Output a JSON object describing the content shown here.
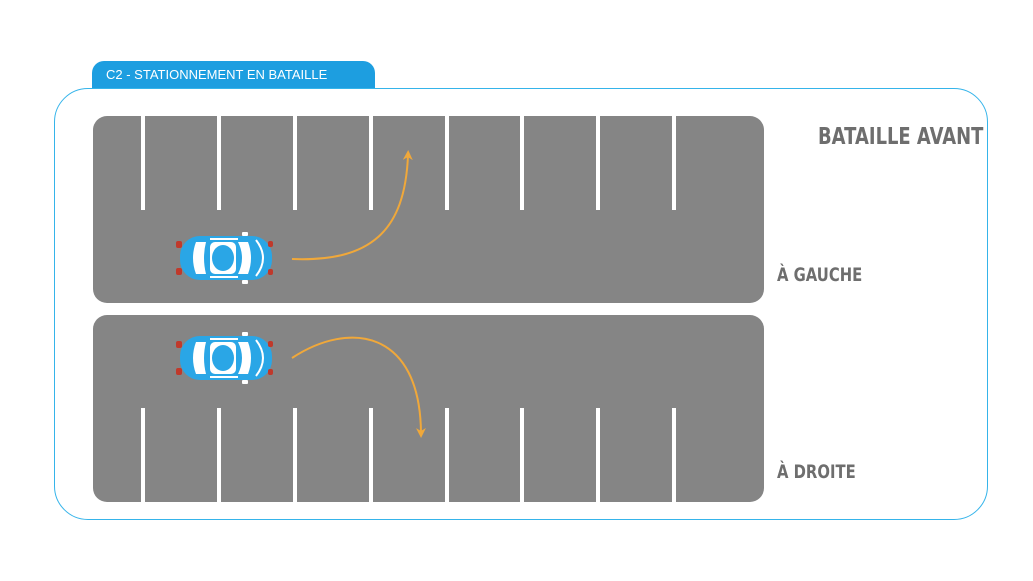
{
  "header": {
    "tab_label": "C2 - STATIONNEMENT EN BATAILLE"
  },
  "diagram": {
    "title": "BATAILLE AVANT",
    "maneuvers": [
      {
        "label": "À GAUCHE"
      },
      {
        "label": "À DROITE"
      }
    ]
  },
  "colors": {
    "accent": "#1d9ee0",
    "frame": "#35b4ea",
    "asphalt": "#858585",
    "path": "#f0a83a",
    "text": "#6e6e6e",
    "car": "#2aa6e6"
  }
}
